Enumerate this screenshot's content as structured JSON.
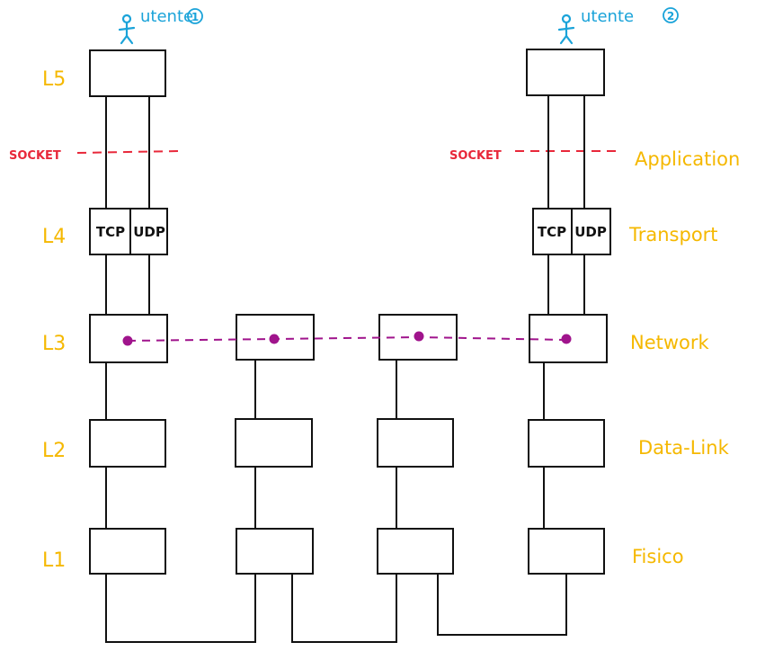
{
  "users": [
    {
      "label": "utente",
      "number": "1"
    },
    {
      "label": "utente",
      "number": "2"
    }
  ],
  "layer_codes": [
    "L5",
    "L4",
    "L3",
    "L2",
    "L1"
  ],
  "layer_names": [
    "Application",
    "Transport",
    "Network",
    "Data-Link",
    "Fisico"
  ],
  "socket_label": "SOCKET",
  "transport_protocols": [
    "TCP",
    "UDP"
  ],
  "colors": {
    "user": "#1aa3d9",
    "layer_label": "#f5b800",
    "socket": "#e8283a",
    "network_path": "#a0148c",
    "line": "#111111"
  }
}
